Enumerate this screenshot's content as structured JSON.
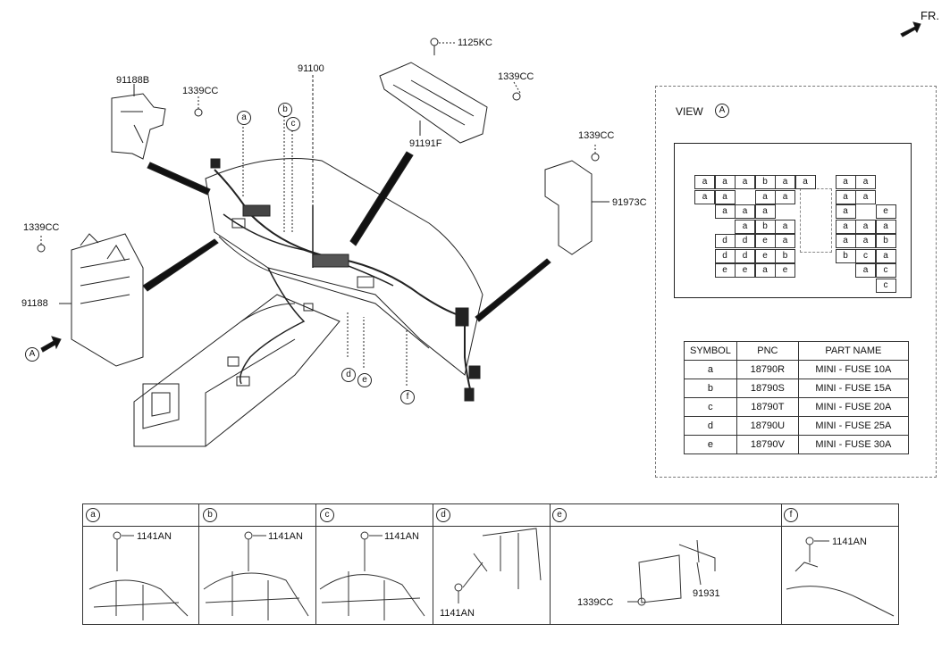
{
  "front_label": "FR.",
  "callouts": {
    "c1125kc": "1125KC",
    "c1339cc_top": "1339CC",
    "c91188b": "91188B",
    "c1339cc_left": "1339CC",
    "c91100": "91100",
    "c91191f": "91191F",
    "c1339cc_right": "1339CC",
    "c91973c": "91973C",
    "c1339cc_mid": "1339CC",
    "c91188": "91188",
    "view_A": "A",
    "sym_a": "a",
    "sym_b": "b",
    "sym_c": "c",
    "sym_d": "d",
    "sym_e": "e",
    "sym_f": "f"
  },
  "view": {
    "title": "VIEW",
    "letter": "A",
    "fuse_rows": [
      [
        "a",
        "a",
        "a",
        "b",
        "a",
        "a",
        "",
        "a",
        "a",
        ""
      ],
      [
        "a",
        "a",
        "",
        "a",
        "a",
        "",
        "",
        "a",
        "a",
        ""
      ],
      [
        "",
        "a",
        "a",
        "a",
        "",
        "",
        "",
        "a",
        "",
        "e"
      ],
      [
        "",
        "",
        "a",
        "b",
        "a",
        "",
        "",
        "a",
        "a",
        "a"
      ],
      [
        "",
        "d",
        "d",
        "e",
        "a",
        "",
        "",
        "a",
        "a",
        "b"
      ],
      [
        "",
        "d",
        "d",
        "e",
        "b",
        "",
        "",
        "b",
        "c",
        "a"
      ],
      [
        "",
        "e",
        "e",
        "a",
        "e",
        "",
        "",
        "",
        "a",
        "c"
      ],
      [
        "",
        "",
        "",
        "",
        "",
        "",
        "",
        "",
        "",
        "c"
      ]
    ]
  },
  "table": {
    "headers": [
      "SYMBOL",
      "PNC",
      "PART NAME"
    ],
    "rows": [
      [
        "a",
        "18790R",
        "MINI - FUSE 10A"
      ],
      [
        "b",
        "18790S",
        "MINI - FUSE 15A"
      ],
      [
        "c",
        "18790T",
        "MINI - FUSE 20A"
      ],
      [
        "d",
        "18790U",
        "MINI - FUSE 25A"
      ],
      [
        "e",
        "18790V",
        "MINI - FUSE 30A"
      ]
    ]
  },
  "details": [
    {
      "letter": "a",
      "part": "1141AN"
    },
    {
      "letter": "b",
      "part": "1141AN"
    },
    {
      "letter": "c",
      "part": "1141AN"
    },
    {
      "letter": "d",
      "part": "1141AN"
    },
    {
      "letter": "e",
      "part": "91931",
      "part2": "1339CC"
    },
    {
      "letter": "f",
      "part": "1141AN"
    }
  ]
}
